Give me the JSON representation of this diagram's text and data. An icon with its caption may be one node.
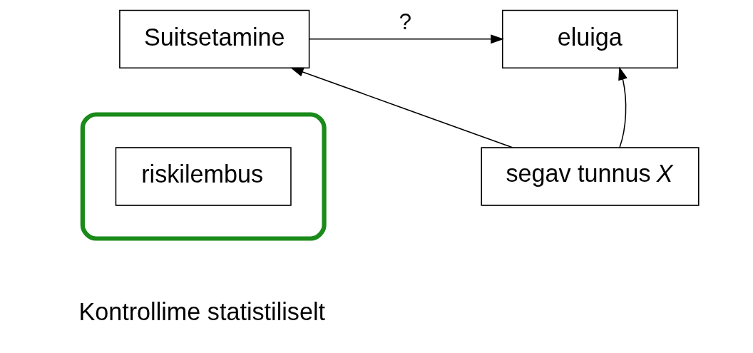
{
  "diagram": {
    "nodes": [
      {
        "text": [
          "Suitsetamine"
        ]
      },
      {
        "text": [
          "eluiga"
        ]
      },
      {
        "text": [],
        "shape": "ellipse"
      },
      {
        "text": [
          "riskilembus"
        ],
        "in": 2
      },
      {
        "text": [
          "segav tunnus *X*"
        ]
      }
    ],
    "edges": [
      {
        "from": 0,
        "to": 1,
        "arrow": "to",
        "label": "?"
      },
      {
        "from": 4,
        "to": 0,
        "arrow": "to"
      },
      {
        "from": 4,
        "to": 1,
        "arrow": "to"
      }
    ],
    "labels": [
      "Kontrollime statistiliselt"
    ]
  }
}
